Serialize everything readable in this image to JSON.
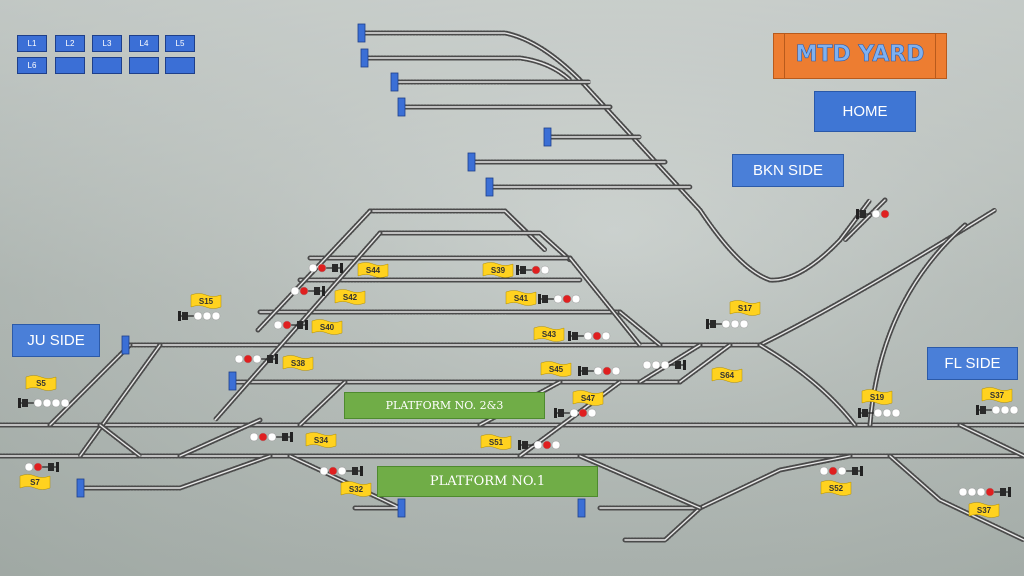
{
  "title": "MTD YARD",
  "home_label": "HOME",
  "line_buttons": [
    "L1",
    "L2",
    "L3",
    "L4",
    "L5",
    "L6",
    "",
    "",
    "",
    ""
  ],
  "sides": {
    "ju": "JU SIDE",
    "bkn": "BKN SIDE",
    "fl": "FL SIDE"
  },
  "platforms": {
    "p23": "PLATFORM NO. 2&3",
    "p1": "PLATFORM NO.1"
  },
  "signals": [
    "S44",
    "S39",
    "S42",
    "S41",
    "S15",
    "S40",
    "S43",
    "S17",
    "S38",
    "S45",
    "S64",
    "S5",
    "S47",
    "S19",
    "S37",
    "S34",
    "S51",
    "S7",
    "S32",
    "S52",
    "S37"
  ],
  "colors": {
    "accent": "#4a7fd8",
    "title_bg": "#ed7d31",
    "platform": "#70ad47",
    "flag": "#ffd21f",
    "signal_red": "#e01f1f"
  }
}
